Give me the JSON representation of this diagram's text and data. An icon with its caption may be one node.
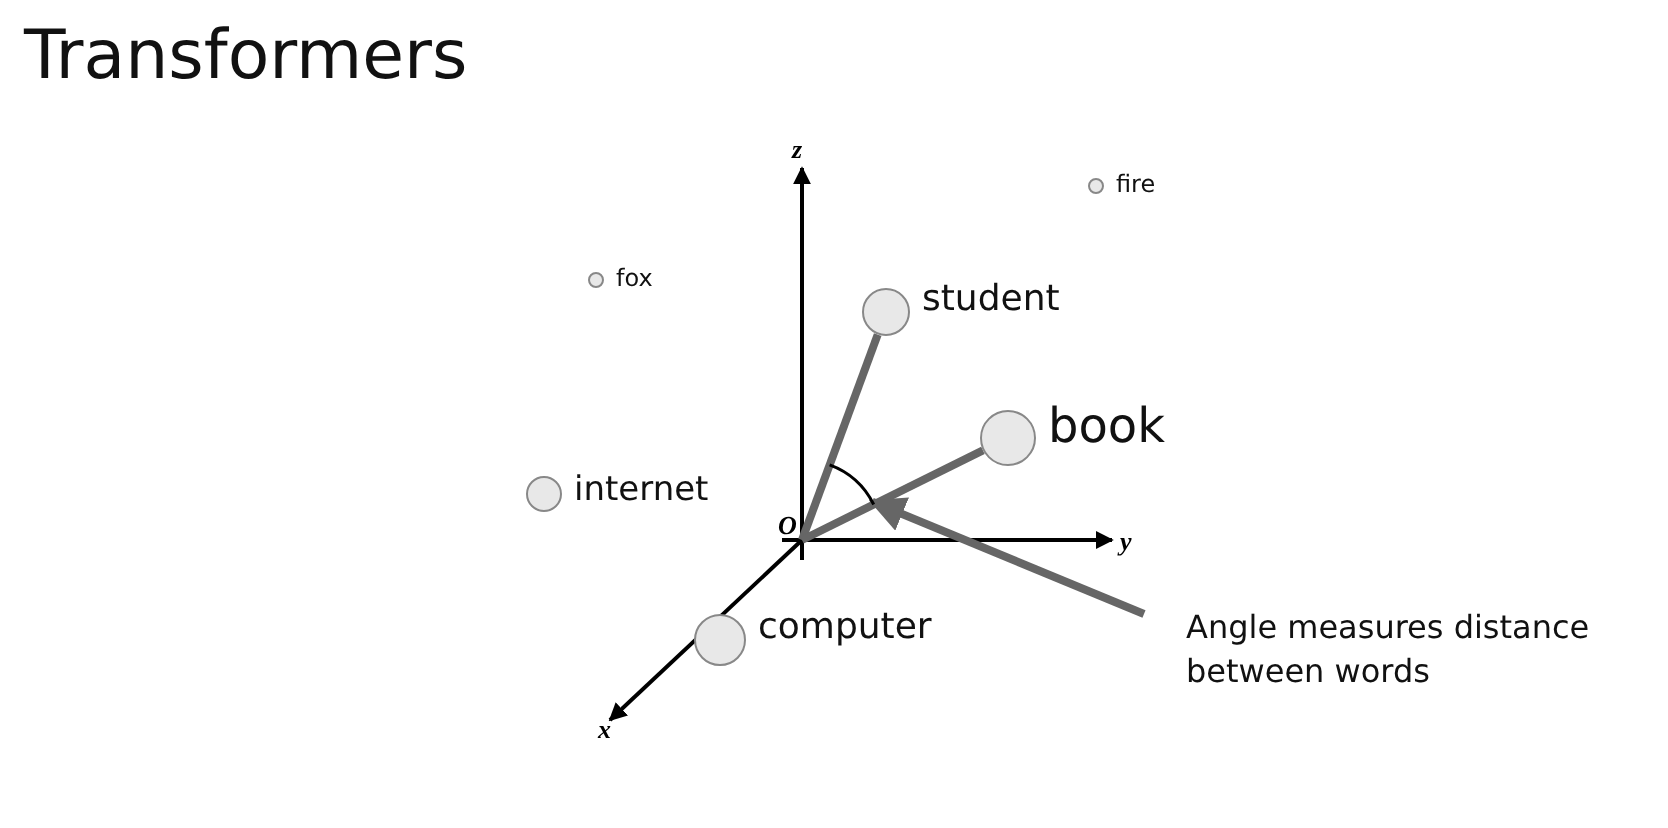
{
  "diagram": {
    "title": "Transformers",
    "nodes": [
      {
        "text": [],
        "shape": "circle",
        "beside": [
          "fire"
        ]
      },
      {
        "text": [],
        "shape": "circle",
        "beside": [
          "fox"
        ]
      },
      {
        "text": [],
        "shape": "circle",
        "beside": [
          "student"
        ]
      },
      {
        "text": [],
        "shape": "circle",
        "beside": [
          "book"
        ]
      },
      {
        "text": [],
        "shape": "circle",
        "beside": [
          "internet"
        ]
      },
      {
        "text": [
          "O"
        ]
      },
      {
        "text": [],
        "shape": "circle",
        "beside": [
          "computer"
        ]
      },
      {
        "text": [
          "Angle measures distance between words"
        ]
      },
      {
        "text": [],
        "shape": "arc"
      }
    ],
    "edges": [
      {
        "from": 5,
        "to": 2,
        "arrow": "none"
      },
      {
        "from": 5,
        "to": 3,
        "arrow": "none"
      },
      {
        "from": 7,
        "to": 8,
        "arrow": "to"
      }
    ],
    "labels": [
      "z",
      "y",
      "x"
    ]
  }
}
